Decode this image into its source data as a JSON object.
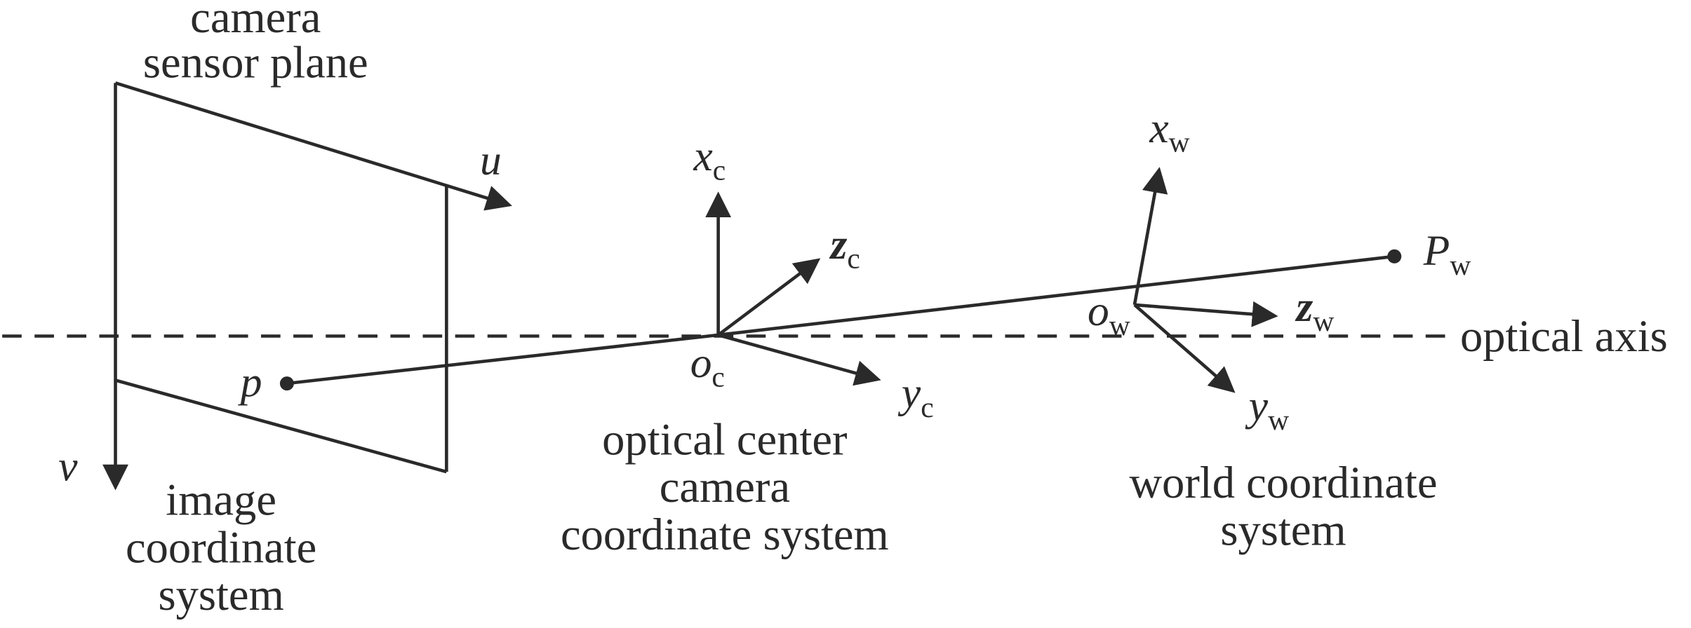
{
  "colors": {
    "ink": "#2a2a2a",
    "background": "#ffffff"
  },
  "captions": {
    "sensor_plane": {
      "lines": [
        "camera",
        "sensor plane"
      ]
    },
    "image_coordinate_system": {
      "lines": [
        "image",
        "coordinate",
        "system"
      ]
    },
    "camera_coordinate_system": {
      "lines": [
        "optical center",
        "camera",
        "coordinate system"
      ]
    },
    "world_coordinate_system": {
      "lines": [
        "world coordinate",
        "system"
      ]
    },
    "optical_axis": "optical axis"
  },
  "image_frame": {
    "u_axis": "u",
    "v_axis": "v",
    "point_p": "p"
  },
  "camera_frame": {
    "x_axis": {
      "base": "x",
      "sub": "c"
    },
    "y_axis": {
      "base": "y",
      "sub": "c"
    },
    "z_axis": {
      "base": "z",
      "sub": "c"
    },
    "origin": {
      "base": "o",
      "sub": "c"
    }
  },
  "world_frame": {
    "x_axis": {
      "base": "x",
      "sub": "w"
    },
    "y_axis": {
      "base": "y",
      "sub": "w"
    },
    "z_axis": {
      "base": "z",
      "sub": "w"
    },
    "origin": {
      "base": "o",
      "sub": "w"
    },
    "point_P": {
      "base": "P",
      "sub": "w"
    }
  }
}
